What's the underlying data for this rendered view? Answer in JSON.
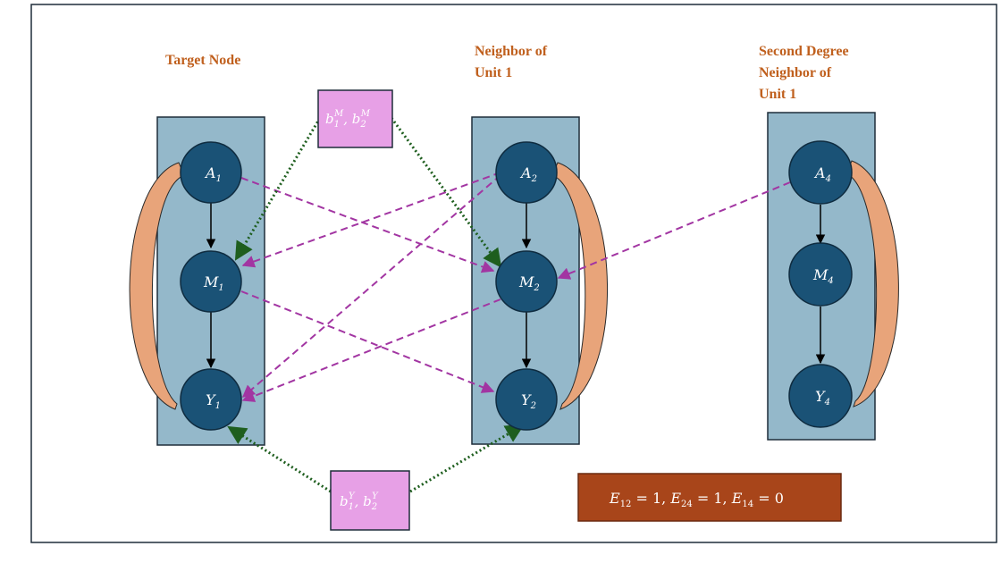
{
  "labels": {
    "target_node": "Target Node",
    "neighbor_line1": "Neighbor of",
    "neighbor_line2": "Unit 1",
    "second_line1": "Second Degree",
    "second_line2": "Neighbor of",
    "second_line3": "Unit 1"
  },
  "nodes": {
    "a1": {
      "base": "A",
      "sub": "1"
    },
    "m1": {
      "base": "M",
      "sub": "1"
    },
    "y1": {
      "base": "Y",
      "sub": "1"
    },
    "a2": {
      "base": "A",
      "sub": "2"
    },
    "m2": {
      "base": "M",
      "sub": "2"
    },
    "y2": {
      "base": "Y",
      "sub": "2"
    },
    "a4": {
      "base": "A",
      "sub": "4"
    },
    "m4": {
      "base": "M",
      "sub": "4"
    },
    "y4": {
      "base": "Y",
      "sub": "4"
    }
  },
  "confounders": {
    "m": {
      "b": "b",
      "s1": "1",
      "s2": "2",
      "sup": "M",
      "sep": ", "
    },
    "y": {
      "b": "b",
      "s1": "1",
      "s2": "2",
      "sup": "Y",
      "sep": ", "
    }
  },
  "edge_indicators": {
    "e1": {
      "base": "E",
      "sub": "12",
      "val": " = 1, "
    },
    "e2": {
      "base": "E",
      "sub": "24",
      "val": " = 1, "
    },
    "e3": {
      "base": "E",
      "sub": "14",
      "val": " = 0"
    }
  },
  "colors": {
    "node_fill": "#1a5276",
    "panel_fill": "#94b8ca",
    "label_orange": "#c0601e",
    "confounder_fill": "#e7a0e6",
    "dashed_purple": "#a235a2",
    "dotted_green": "#1e5e1e",
    "self_arrow": "#e8a47a",
    "edge_box": "#a8451a"
  }
}
